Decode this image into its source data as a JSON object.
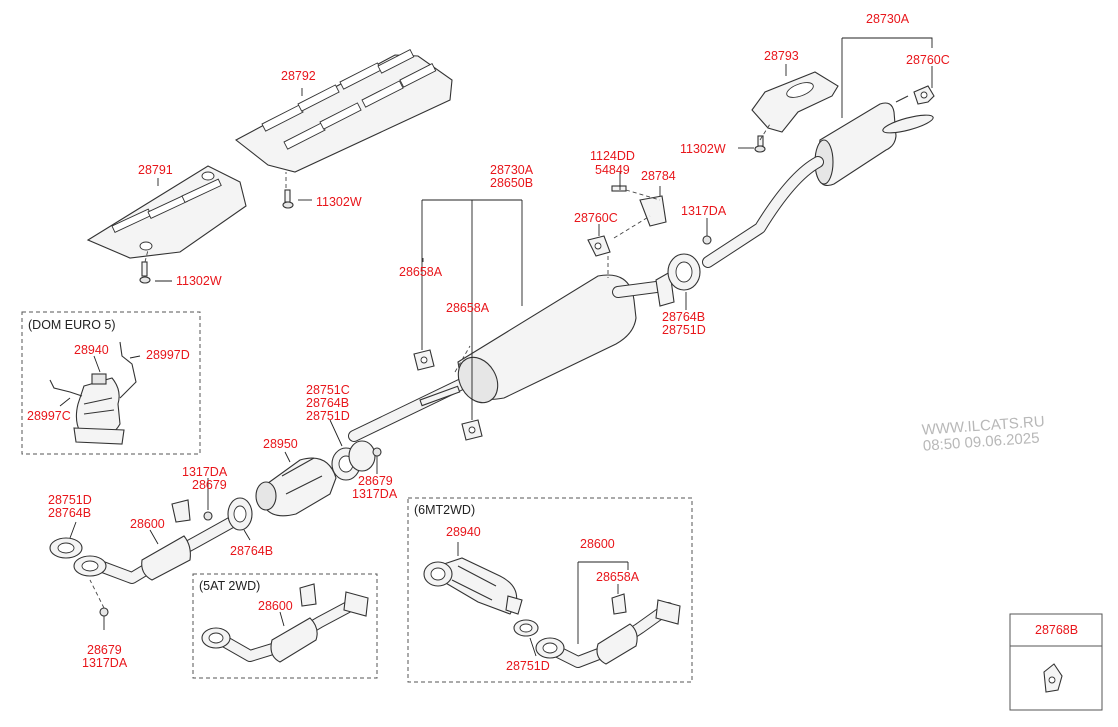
{
  "labels": {
    "l28730A_top": "28730A",
    "l28793": "28793",
    "l28760C_top": "28760C",
    "l11302W_top": "11302W",
    "l28792": "28792",
    "l11302W_mid": "11302W",
    "l28791": "28791",
    "l11302W_low": "11302W",
    "l1124DD": "1124DD",
    "l54849": "54849",
    "l28784": "28784",
    "l1317DA_r": "1317DA",
    "l28760C_mid": "28760C",
    "l28730A_mid": "28730A",
    "l28650B": "28650B",
    "l28658A_a": "28658A",
    "l28658A_b": "28658A",
    "l28764B_r": "28764B",
    "l28751D_r": "28751D",
    "l28751C": "28751C",
    "l28764B_m": "28764B",
    "l28751D_m": "28751D",
    "l28950": "28950",
    "l28679_m": "28679",
    "l1317DA_m": "1317DA",
    "l1317DA_l": "1317DA",
    "l28679_l": "28679",
    "l28751D_l": "28751D",
    "l28764B_l": "28764B",
    "l28600_main": "28600",
    "l28764B_b": "28764B",
    "l28679_b": "28679",
    "l1317DA_b": "1317DA",
    "l28940_euro": "28940",
    "l28997D": "28997D",
    "l28997C": "28997C",
    "l28600_5at": "28600",
    "l28940_6mt": "28940",
    "l28600_6mt": "28600",
    "l28658A_6mt": "28658A",
    "l28751D_6mt": "28751D",
    "l28768B": "28768B"
  },
  "boxes": {
    "euro5": "(DOM EURO 5)",
    "at2wd": "(5AT 2WD)",
    "mt2wd": "(6MT2WD)"
  },
  "watermark": {
    "site": "WWW.ILCATS.RU",
    "stamp": "08:50 09.06.2025"
  },
  "colors": {
    "label": "#e8161b",
    "line": "#333333"
  }
}
